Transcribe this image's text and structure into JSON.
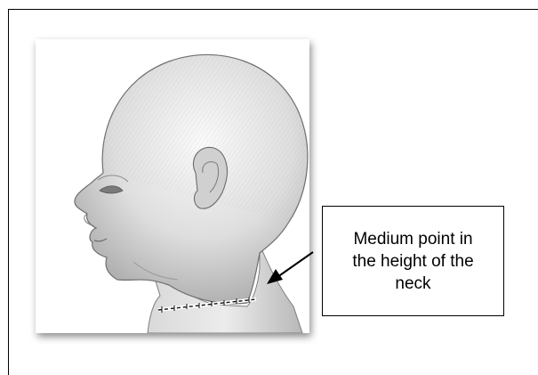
{
  "callout": {
    "text": "Medium point in\nthe height of the\nneck"
  },
  "illustration": {
    "subject": "child-head-profile-illustration",
    "measurement_line": "dashed-neck-measurement-line"
  },
  "colors": {
    "border": "#000000",
    "skin_light": "#f2f2f2",
    "skin_mid": "#c8c8c8",
    "skin_dark": "#8a8a8a"
  }
}
